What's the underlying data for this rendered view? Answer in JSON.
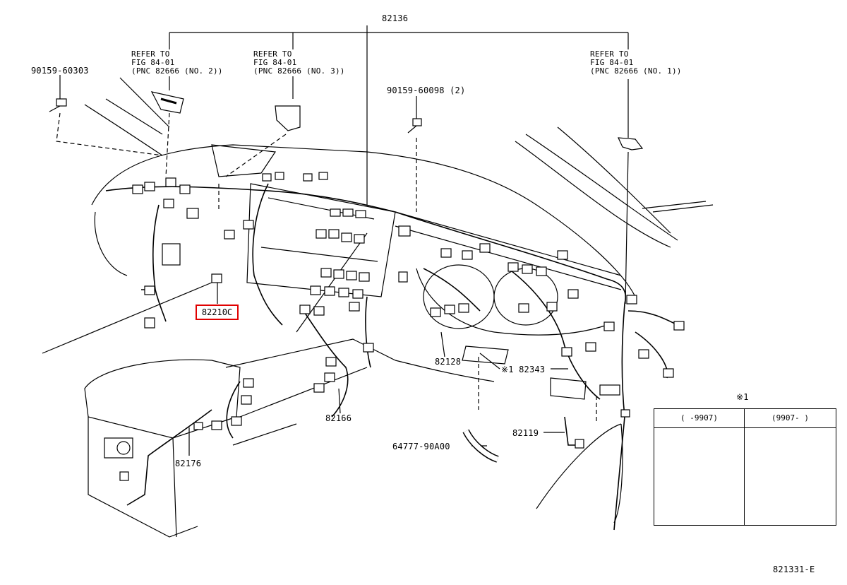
{
  "diagram": {
    "main_part": "82136",
    "refer_left": {
      "line1": "REFER TO",
      "line2": "FIG 84-01",
      "line3": "(PNC 82666 (NO. 2))"
    },
    "refer_mid": {
      "line1": "REFER TO",
      "line2": "FIG 84-01",
      "line3": "(PNC 82666 (NO. 3))"
    },
    "refer_right": {
      "line1": "REFER TO",
      "line2": "FIG 84-01",
      "line3": "(PNC 82666 (NO. 1))"
    },
    "bolt_left": "90159-60303",
    "bolt_mid": "90159-60098 (2)",
    "highlight_part": "82210C",
    "part_82128": "82128",
    "part_82343": "※1 82343",
    "part_82166": "82166",
    "part_82119": "82119",
    "part_64777": "64777-90A00",
    "part_82176": "82176",
    "inset_marker": "※1",
    "inset_col1": "(    -9907)",
    "inset_col2": "(9907-     )",
    "figure_id": "821331-E"
  }
}
